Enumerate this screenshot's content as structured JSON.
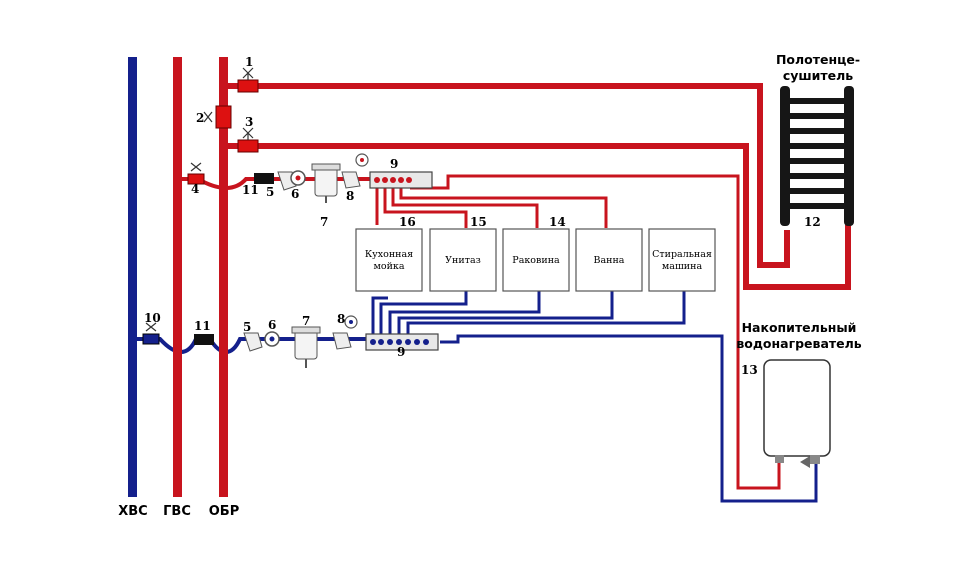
{
  "colors": {
    "hot": "#c8141e",
    "cold": "#14208c",
    "dark": "#111111"
  },
  "risers": {
    "cold": "ХВС",
    "hot": "ГВС",
    "return": "ОБР"
  },
  "appliances": {
    "towel_dryer": {
      "line1": "Полотенце-",
      "line2": "сушитель"
    },
    "water_heater": {
      "line1": "Накопительный",
      "line2": "водонагреватель"
    }
  },
  "fixtures": [
    {
      "line1": "Кухонная",
      "line2": "мойка"
    },
    {
      "line1": "Унитаз",
      "line2": ""
    },
    {
      "line1": "Раковина",
      "line2": ""
    },
    {
      "line1": "Ванна",
      "line2": ""
    },
    {
      "line1": "Стиральная",
      "line2": "машина"
    }
  ],
  "numbers": {
    "n1": "1",
    "n2": "2",
    "n3": "3",
    "n4": "4",
    "n5_hot": "5",
    "n6_hot": "6",
    "n7_hot": "7",
    "n8_hot": "8",
    "n9_hot": "9",
    "n11_hot": "11",
    "n5_cold": "5",
    "n6_cold": "6",
    "n7_cold": "7",
    "n8_cold": "8",
    "n9_cold": "9",
    "n11_cold": "11",
    "n10": "10",
    "n12": "12",
    "n13": "13",
    "n14": "14",
    "n15": "15",
    "n16": "16"
  }
}
